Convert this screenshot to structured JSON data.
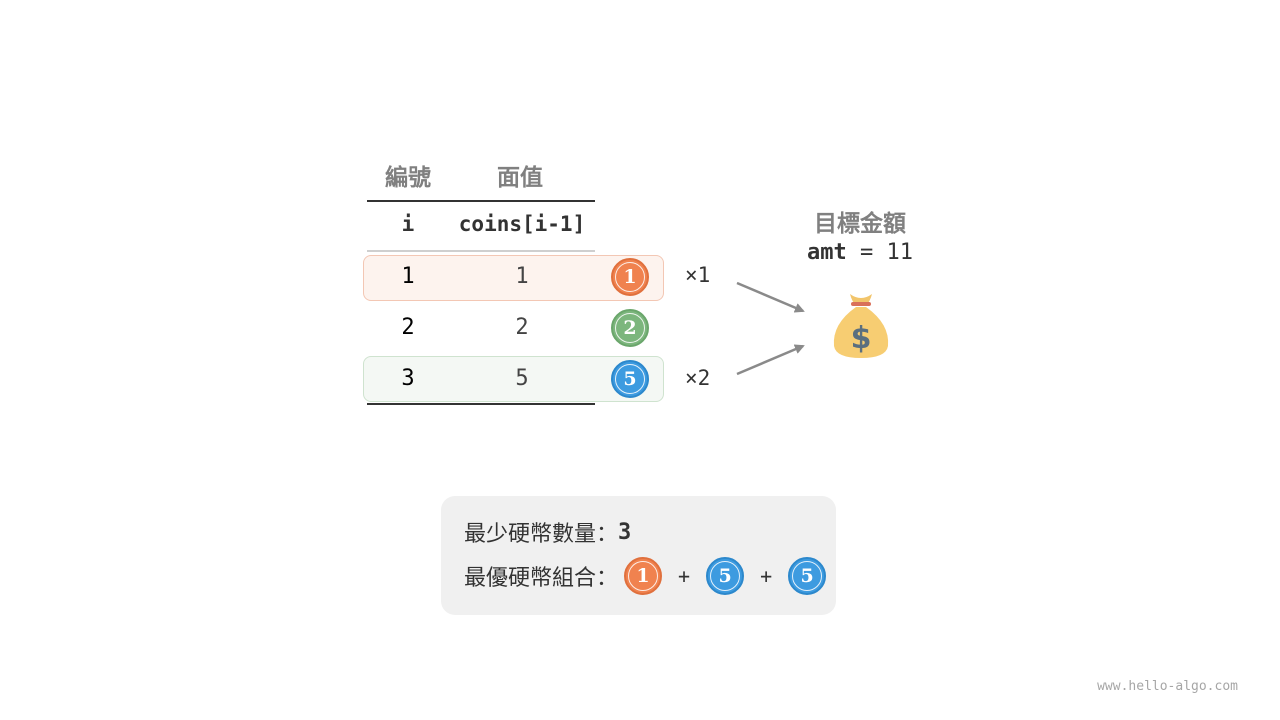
{
  "table": {
    "header_index": "編號",
    "header_value": "面值",
    "sub_index": "i",
    "sub_value": "coins[i-1]",
    "rows": [
      {
        "index": "1",
        "value": "1",
        "coin_label": "1",
        "coin_color": "#f0824f",
        "multiplier": "×1",
        "highlight": "#fdf3ee",
        "highlight_border": "#f3c7b4"
      },
      {
        "index": "2",
        "value": "2",
        "coin_label": "2",
        "coin_color": "#7cb67d",
        "multiplier": "",
        "highlight": "",
        "highlight_border": ""
      },
      {
        "index": "3",
        "value": "5",
        "coin_label": "5",
        "coin_color": "#3d9be0",
        "multiplier": "×2",
        "highlight": "#f4f8f4",
        "highlight_border": "#cfe3cf"
      }
    ]
  },
  "target": {
    "title": "目標金額",
    "var_name": "amt",
    "equals": "=",
    "amount": "11",
    "icon": "money-bag-icon"
  },
  "result": {
    "min_label": "最少硬幣數量：",
    "min_value": "3",
    "combo_label": "最優硬幣組合：",
    "combo": [
      {
        "label": "1",
        "color": "#f0824f"
      },
      {
        "label": "5",
        "color": "#3d9be0"
      },
      {
        "label": "5",
        "color": "#3d9be0"
      }
    ],
    "plus": "+"
  },
  "watermark": "www.hello-algo.com",
  "colors": {
    "arrow": "#8a8a8a",
    "header_text": "#808080"
  }
}
